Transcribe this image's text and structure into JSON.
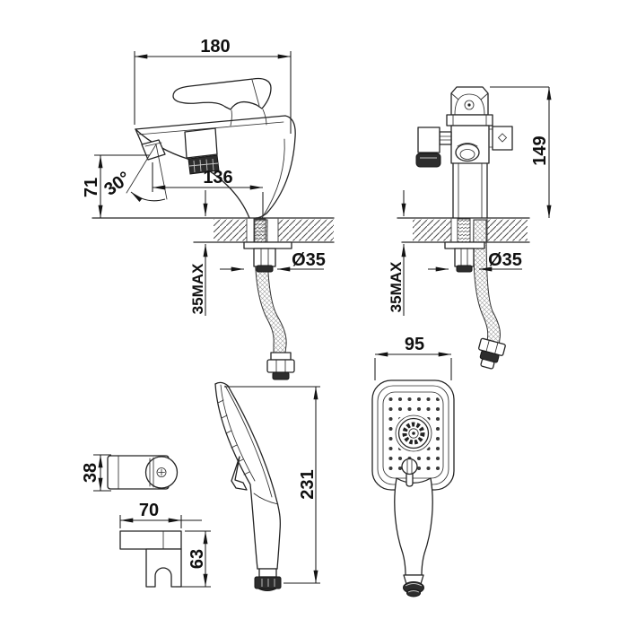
{
  "drawing": {
    "background": "#ffffff",
    "stroke_color": "#242424",
    "views": {
      "faucet_side": {
        "overall_length": "180",
        "spout_height": "71",
        "spout_angle": "30°",
        "spout_reach": "136",
        "deck_thickness_max": "35MAX",
        "mounting_hole_diameter": "Ø35"
      },
      "faucet_front": {
        "body_height": "149",
        "deck_thickness_max": "35MAX",
        "mounting_hole_diameter": "Ø35"
      },
      "hand_shower_front": {
        "head_width": "95"
      },
      "hand_shower_side": {
        "overall_length": "231"
      },
      "wall_bracket_top": {
        "depth": "38"
      },
      "wall_bracket_side": {
        "width": "70",
        "height": "63"
      }
    }
  }
}
